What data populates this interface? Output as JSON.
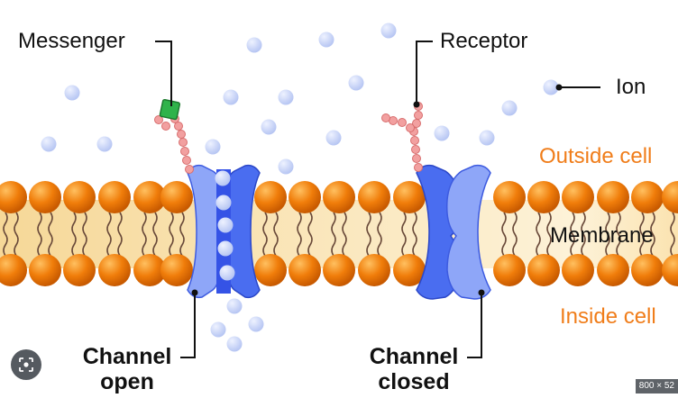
{
  "labels": {
    "messenger": "Messenger",
    "receptor": "Receptor",
    "ion": "Ion",
    "outside_cell": "Outside cell",
    "membrane": "Membrane",
    "inside_cell": "Inside cell",
    "channel_open_line1": "Channel",
    "channel_open_line2": "open",
    "channel_closed_line1": "Channel",
    "channel_closed_line2": "closed"
  },
  "overlay": {
    "size_badge": "800 × 52",
    "lens_icon": "lens-icon"
  },
  "colors": {
    "phospholipid_head": "#f07d0a",
    "membrane_core": "#fbe7b8",
    "channel_blue": "#4a6df0",
    "channel_light": "#8ea6f8",
    "ion": "#c6d2f6",
    "messenger": "#2fb34a",
    "receptor_bead": "#f2a0a0",
    "label_orange": "#f07d1a"
  }
}
